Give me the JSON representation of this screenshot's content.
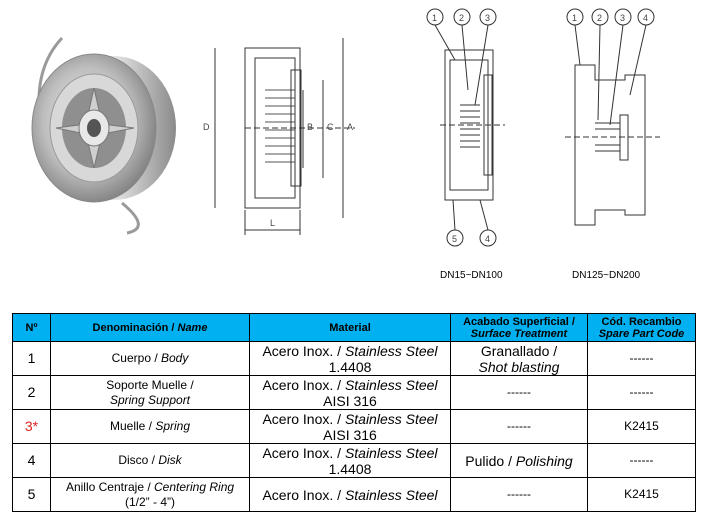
{
  "figures": {
    "label_small": "DN15~DN100",
    "label_large": "DN125~DN200",
    "dims": [
      "D",
      "B",
      "C",
      "A",
      "L"
    ],
    "callouts_small": [
      "1",
      "2",
      "3",
      "5",
      "4"
    ],
    "callouts_large": [
      "1",
      "2",
      "3",
      "4"
    ]
  },
  "table": {
    "headers": {
      "no": "Nº",
      "name_es": "Denominación / ",
      "name_en": "Name",
      "material": "Material",
      "finish_es": "Acabado Superficial /",
      "finish_en": "Surface Treatment",
      "code_es": "Cód. Recambio",
      "code_en": "Spare Part Code"
    },
    "rows": [
      {
        "no": "1",
        "name_es": "Cuerpo / ",
        "name_en": "Body",
        "mat_es": "Acero Inox. / ",
        "mat_en": "Stainless Steel",
        "mat_grade": "1.4408",
        "fin_es": "Granallado /",
        "fin_en": "Shot blasting",
        "code": "------"
      },
      {
        "no": "2",
        "name_es": "Soporte Muelle /",
        "name_en": "Spring Support",
        "mat_es": "Acero Inox. / ",
        "mat_en": "Stainless Steel",
        "mat_grade": "AISI 316",
        "fin_es": "------",
        "fin_en": "",
        "code": "------"
      },
      {
        "no": "3*",
        "name_es": "Muelle / ",
        "name_en": "Spring",
        "mat_es": "Acero Inox. / ",
        "mat_en": "Stainless Steel",
        "mat_grade": "AISI 316",
        "fin_es": "------",
        "fin_en": "",
        "code": "K2415"
      },
      {
        "no": "4",
        "name_es": "Disco / ",
        "name_en": "Disk",
        "mat_es": "Acero Inox. / ",
        "mat_en": "Stainless Steel",
        "mat_grade": "1.4408",
        "fin_es": "Pulido / ",
        "fin_en": "Polishing",
        "code": "------"
      },
      {
        "no": "5",
        "name_es": "Anillo Centraje / ",
        "name_en": "Centering Ring",
        "name_extra": "(1/2” - 4”)",
        "mat_es": "Acero Inox. / ",
        "mat_en": "Stainless Steel",
        "mat_grade": "",
        "fin_es": "------",
        "fin_en": "",
        "code": "K2415"
      }
    ]
  }
}
